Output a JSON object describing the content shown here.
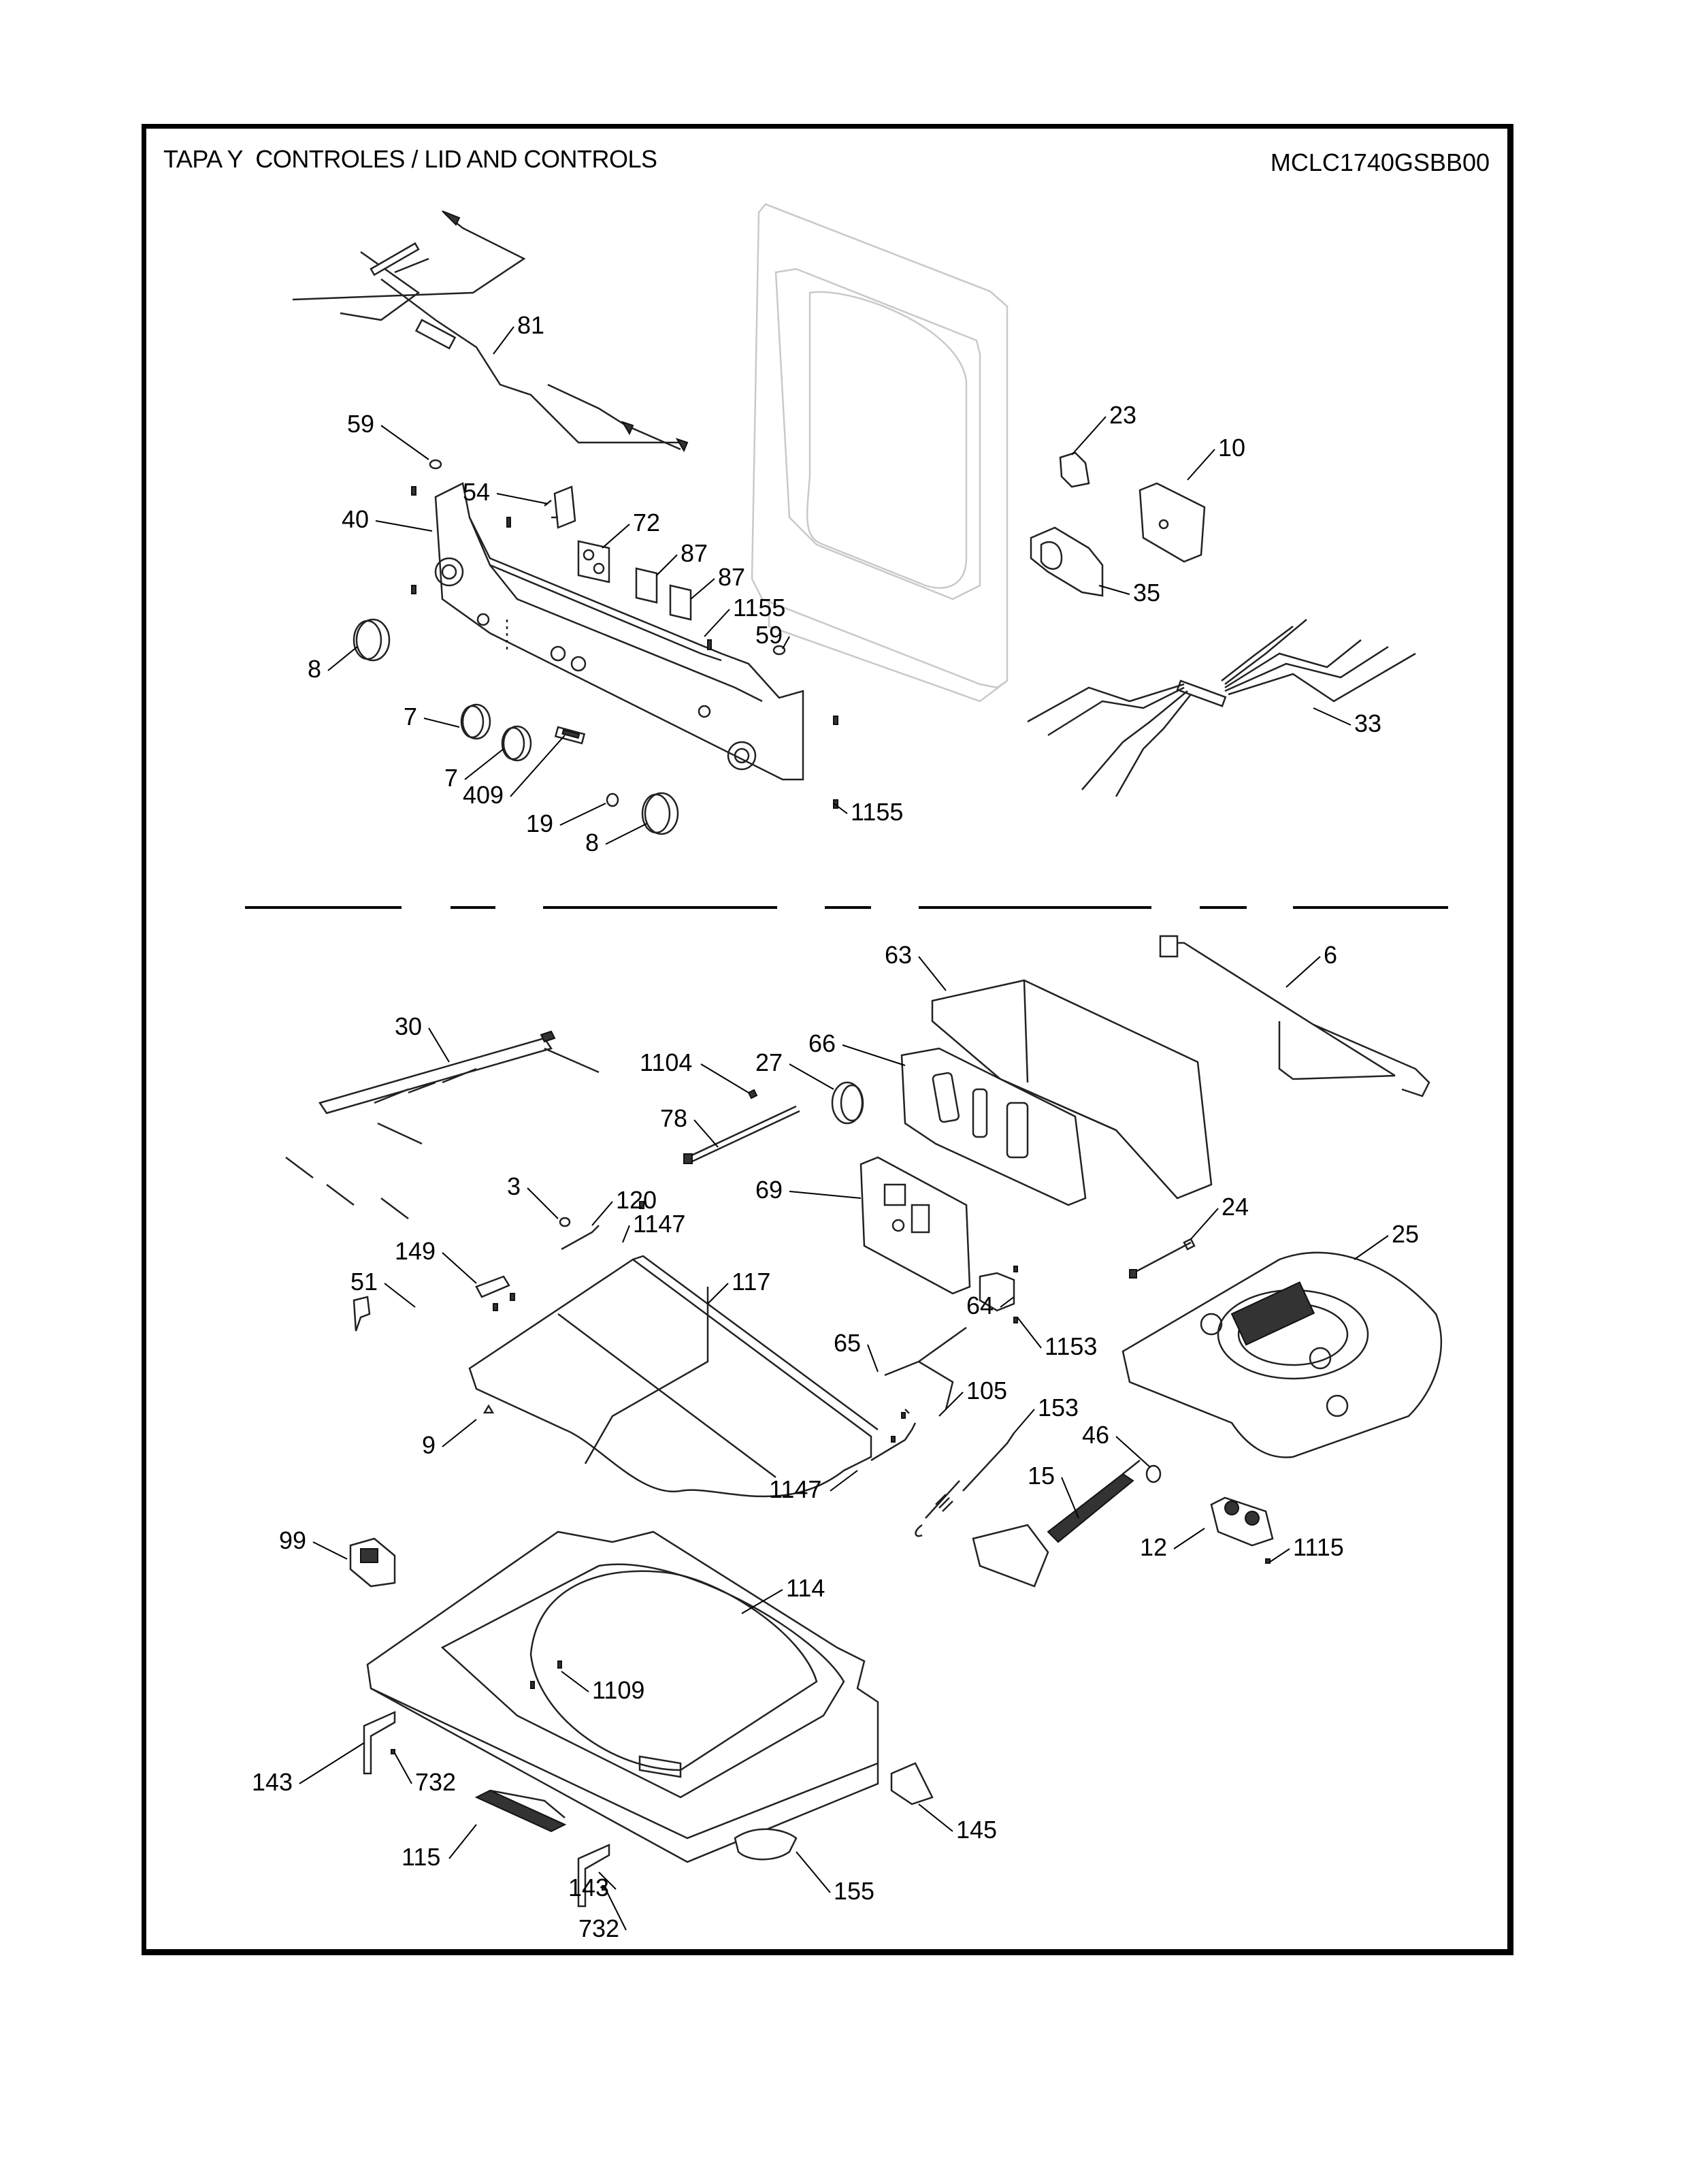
{
  "header": {
    "title": "TAPA Y  CONTROLES / LID AND CONTROLS",
    "model": "MCLC1740GSBB00"
  },
  "parts_upper": [
    {
      "label": "81",
      "name": "wire-harness-upper"
    },
    {
      "label": "59",
      "name": "plug-button-left"
    },
    {
      "label": "54",
      "name": "switch-54"
    },
    {
      "label": "40",
      "name": "control-panel-console"
    },
    {
      "label": "72",
      "name": "selector-switch-72"
    },
    {
      "label": "87",
      "name": "rotary-switch-87-a"
    },
    {
      "label": "87",
      "name": "rotary-switch-87-b"
    },
    {
      "label": "1155",
      "name": "screw-1155-upper"
    },
    {
      "label": "59",
      "name": "plug-button-right"
    },
    {
      "label": "8",
      "name": "knob-8-left"
    },
    {
      "label": "7",
      "name": "knob-7-a"
    },
    {
      "label": "7",
      "name": "knob-7-b"
    },
    {
      "label": "409",
      "name": "badge-409"
    },
    {
      "label": "19",
      "name": "button-19"
    },
    {
      "label": "8",
      "name": "knob-8-right"
    },
    {
      "label": "1155",
      "name": "screw-1155-lower"
    },
    {
      "label": "23",
      "name": "switch-23"
    },
    {
      "label": "10",
      "name": "timer-10"
    },
    {
      "label": "35",
      "name": "timer-bracket-35"
    },
    {
      "label": "33",
      "name": "wire-harness-33"
    }
  ],
  "parts_lower": [
    {
      "label": "63",
      "name": "bracket-63"
    },
    {
      "label": "6",
      "name": "heater-element-6"
    },
    {
      "label": "30",
      "name": "wire-harness-30"
    },
    {
      "label": "66",
      "name": "board-cover-66"
    },
    {
      "label": "1104",
      "name": "screw-1104"
    },
    {
      "label": "27",
      "name": "pressure-switch-27"
    },
    {
      "label": "78",
      "name": "harness-78"
    },
    {
      "label": "69",
      "name": "control-board-69"
    },
    {
      "label": "3",
      "name": "plug-3"
    },
    {
      "label": "120",
      "name": "rod-120"
    },
    {
      "label": "1147",
      "name": "screw-1147-upper"
    },
    {
      "label": "24",
      "name": "sensor-24"
    },
    {
      "label": "25",
      "name": "inlet-hose-kit-25"
    },
    {
      "label": "149",
      "name": "lid-lock-149"
    },
    {
      "label": "117",
      "name": "lid-117"
    },
    {
      "label": "51",
      "name": "latch-51"
    },
    {
      "label": "64",
      "name": "capacitor-64"
    },
    {
      "label": "65",
      "name": "harness-65"
    },
    {
      "label": "1153",
      "name": "screw-1153"
    },
    {
      "label": "105",
      "name": "lever-105"
    },
    {
      "label": "153",
      "name": "spring-153"
    },
    {
      "label": "9",
      "name": "bumper-9"
    },
    {
      "label": "46",
      "name": "clamp-46"
    },
    {
      "label": "1147",
      "name": "screw-1147-lower"
    },
    {
      "label": "15",
      "name": "drain-hose-15"
    },
    {
      "label": "99",
      "name": "lid-switch-99"
    },
    {
      "label": "12",
      "name": "water-valve-12"
    },
    {
      "label": "1115",
      "name": "screw-1115"
    },
    {
      "label": "114",
      "name": "top-cover-114"
    },
    {
      "label": "1109",
      "name": "screw-1109"
    },
    {
      "label": "143",
      "name": "hinge-143-left"
    },
    {
      "label": "732",
      "name": "screw-732-left"
    },
    {
      "label": "145",
      "name": "hinge-145"
    },
    {
      "label": "115",
      "name": "dispenser-115"
    },
    {
      "label": "143",
      "name": "hinge-143-right"
    },
    {
      "label": "155",
      "name": "cap-155"
    },
    {
      "label": "732",
      "name": "screw-732-right"
    }
  ]
}
